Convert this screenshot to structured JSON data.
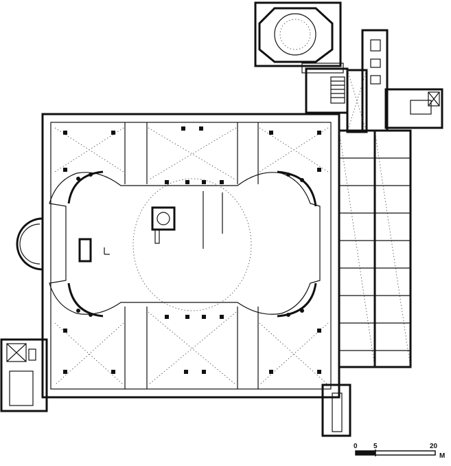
{
  "scale_bar": {
    "label_0": "0",
    "label_5": "5",
    "label_20": "20",
    "unit": "M"
  },
  "colors": {
    "ink": "#111111",
    "paper": "#ffffff"
  }
}
